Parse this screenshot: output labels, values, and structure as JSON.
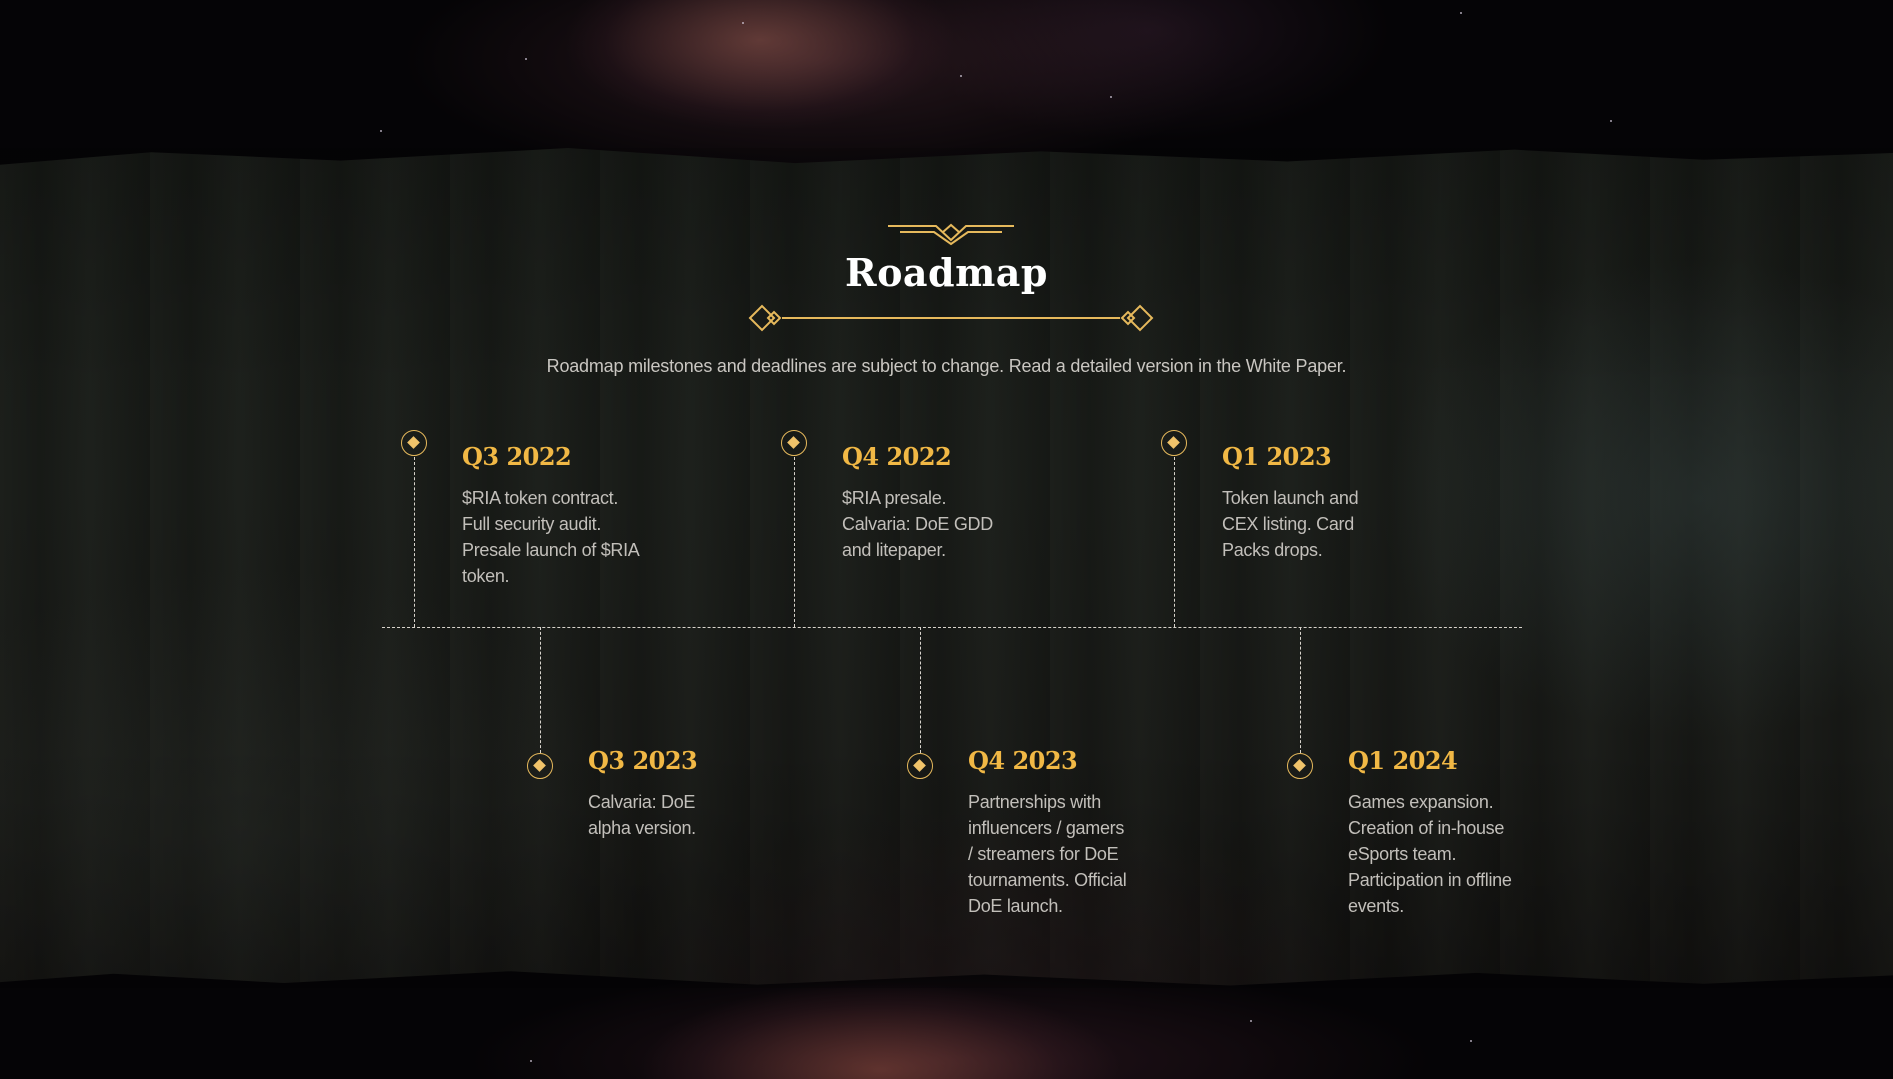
{
  "section": {
    "title": "Roadmap",
    "subtitle": "Roadmap milestones and deadlines are subject to change. Read a detailed version in the White Paper."
  },
  "colors": {
    "accent_gold": "#f1b845",
    "text_light": "#c2bfba",
    "title_white": "#ffffff"
  },
  "milestones_top": [
    {
      "period": "Q3 2022",
      "text": "$RIA token contract. Full security audit. Presale launch of $RIA token."
    },
    {
      "period": "Q4 2022",
      "text": "$RIA presale. Calvaria: DoE GDD and litepaper."
    },
    {
      "period": "Q1 2023",
      "text": "Token launch and CEX listing. Card Packs drops."
    }
  ],
  "milestones_bottom": [
    {
      "period": "Q3 2023",
      "text": "Calvaria: DoE alpha version."
    },
    {
      "period": "Q4 2023",
      "text": "Partnerships with influencers / gamers / streamers for DoE tournaments. Official DoE launch."
    },
    {
      "period": "Q1 2024",
      "text": "Games expansion. Creation of in-house eSports team. Participation in offline events."
    }
  ]
}
